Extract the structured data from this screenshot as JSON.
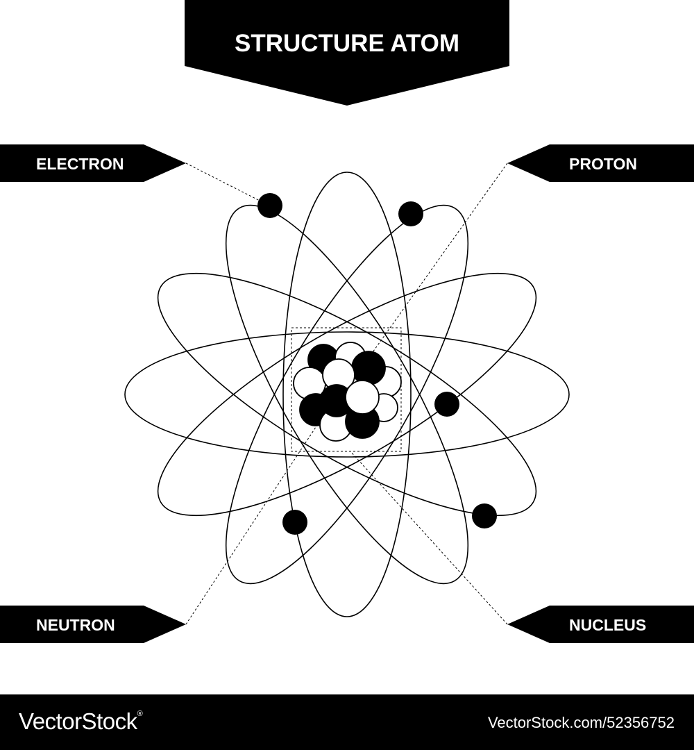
{
  "title": "STRUCTURE ATOM",
  "labels": {
    "electron": "ELECTRON",
    "proton": "PROTON",
    "neutron": "NEUTRON",
    "nucleus": "NUCLEUS"
  },
  "footer": {
    "brand": "VectorStock",
    "registered_mark": "®",
    "url": "VectorStock.com/52356752"
  },
  "colors": {
    "ink": "#000000",
    "paper": "#ffffff"
  }
}
